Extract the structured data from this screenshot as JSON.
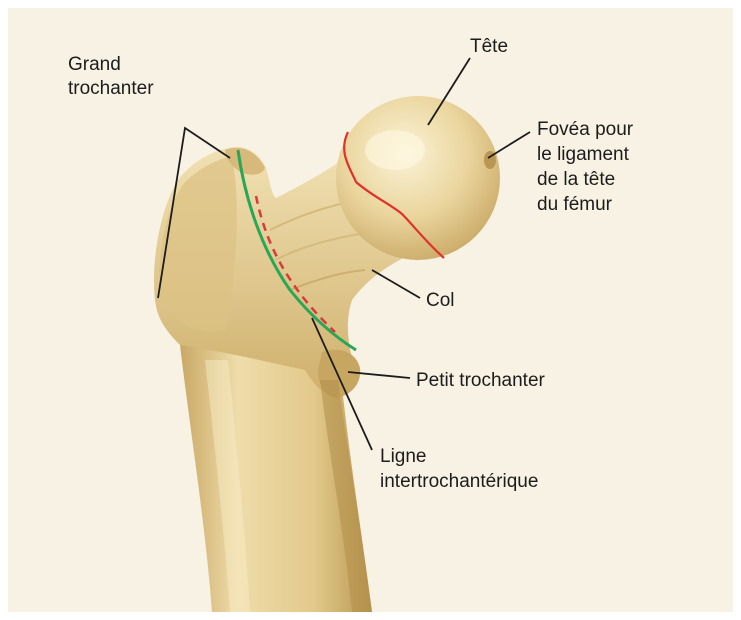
{
  "labels": {
    "grand_trochanter": [
      "Grand",
      "trochanter"
    ],
    "tete": "Tête",
    "fovea": [
      "Fovéa pour",
      "le ligament",
      "de la tête",
      "du fémur"
    ],
    "col": "Col",
    "petit_trochanter": "Petit trochanter",
    "ligne": [
      "Ligne",
      "intertrochantérique"
    ]
  },
  "colors": {
    "paper": "#f7f2e4",
    "bone": "#e5cf94",
    "bone_shadow": "#c7a662",
    "bone_highlight": "#f6ebc8",
    "head_boundary": "#e0312b",
    "intertrochanteric_line": "#2aa657",
    "posterior_line_dashed": "#d93a3a",
    "leader": "#1c1c1c"
  }
}
